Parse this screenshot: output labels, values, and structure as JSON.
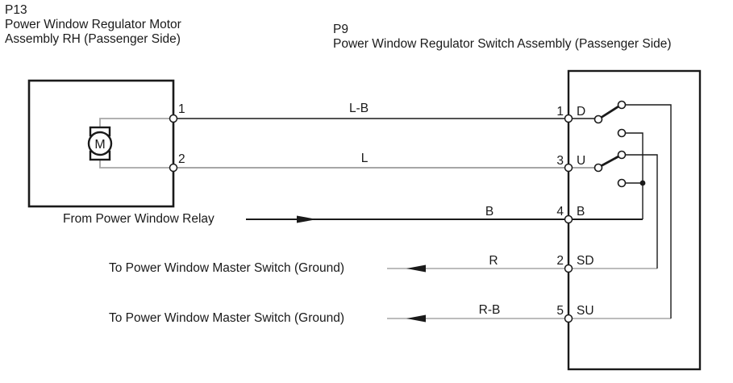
{
  "colors": {
    "line": "#1a1a1a",
    "wire_gray": "#a6a6a6"
  },
  "motor_connector": {
    "code": "P13",
    "name_line1": "Power Window Regulator Motor",
    "name_line2": "Assembly RH (Passenger Side)",
    "motor_letter": "M",
    "pin_top": "1",
    "pin_bottom": "2"
  },
  "switch_connector": {
    "code": "P9",
    "name": "Power Window Regulator Switch Assembly (Passenger Side)",
    "terminals": [
      {
        "pin": "1",
        "label": "D"
      },
      {
        "pin": "3",
        "label": "U"
      },
      {
        "pin": "4",
        "label": "B"
      },
      {
        "pin": "2",
        "label": "SD"
      },
      {
        "pin": "5",
        "label": "SU"
      }
    ]
  },
  "wires": [
    {
      "label": "L-B"
    },
    {
      "label": "L"
    },
    {
      "label": "B"
    },
    {
      "label": "R"
    },
    {
      "label": "R-B"
    }
  ],
  "annotations": {
    "relay": "From Power Window Relay",
    "ground_sd": "To Power Window Master Switch (Ground)",
    "ground_su": "To Power Window Master Switch (Ground)"
  }
}
